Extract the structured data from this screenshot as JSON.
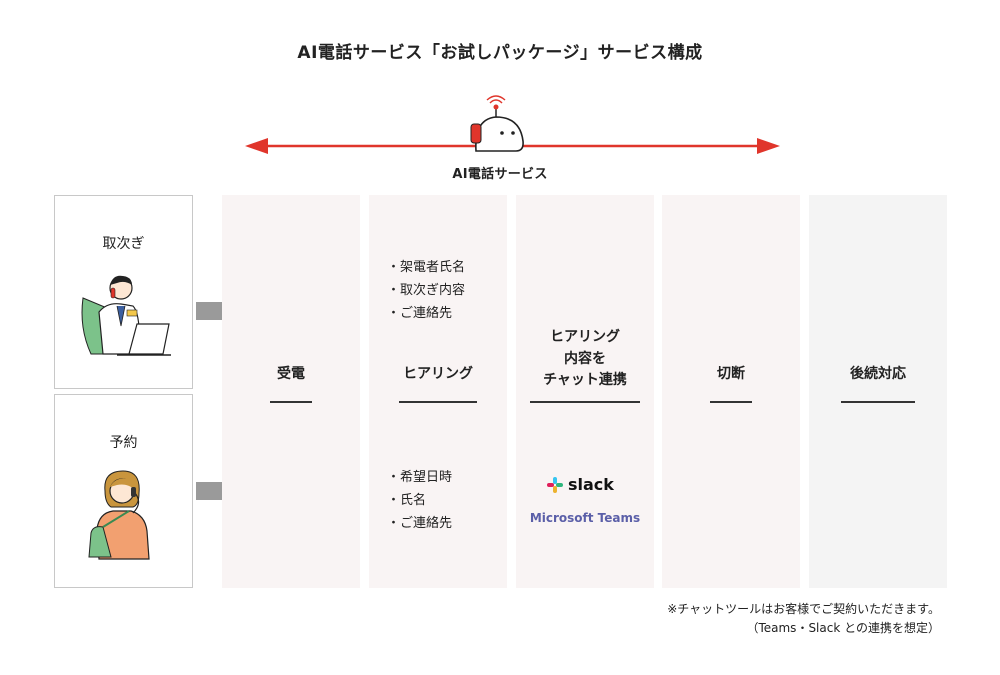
{
  "title": "AI電話サービス「お試しパッケージ」サービス構成",
  "brand": "AI電話サービス",
  "colors": {
    "accent": "#e0352b",
    "gray_arrow": "#9a9a9a",
    "col_bg": "#f9f4f4",
    "col_bg_last": "#f4f4f4",
    "teams": "#5b5fa8"
  },
  "cases": [
    {
      "label": "取次ぎ",
      "icon": "man-on-phone-illustration"
    },
    {
      "label": "予約",
      "icon": "woman-on-phone-illustration"
    }
  ],
  "columns": [
    {
      "label": "受電"
    },
    {
      "label": "ヒアリング",
      "bullets_top": [
        "・架電者氏名",
        "・取次ぎ内容",
        "・ご連絡先"
      ],
      "bullets_bottom": [
        "・希望日時",
        "・氏名",
        "・ご連絡先"
      ]
    },
    {
      "label_lines": [
        "ヒアリング",
        "内容を",
        "チャット連携"
      ],
      "slack": "slack",
      "teams": "Microsoft Teams"
    },
    {
      "label": "切断"
    },
    {
      "label": "後続対応"
    }
  ],
  "note": [
    "※チャットツールはお客様でご契約いただきます。",
    "（Teams・Slack との連携を想定）"
  ]
}
